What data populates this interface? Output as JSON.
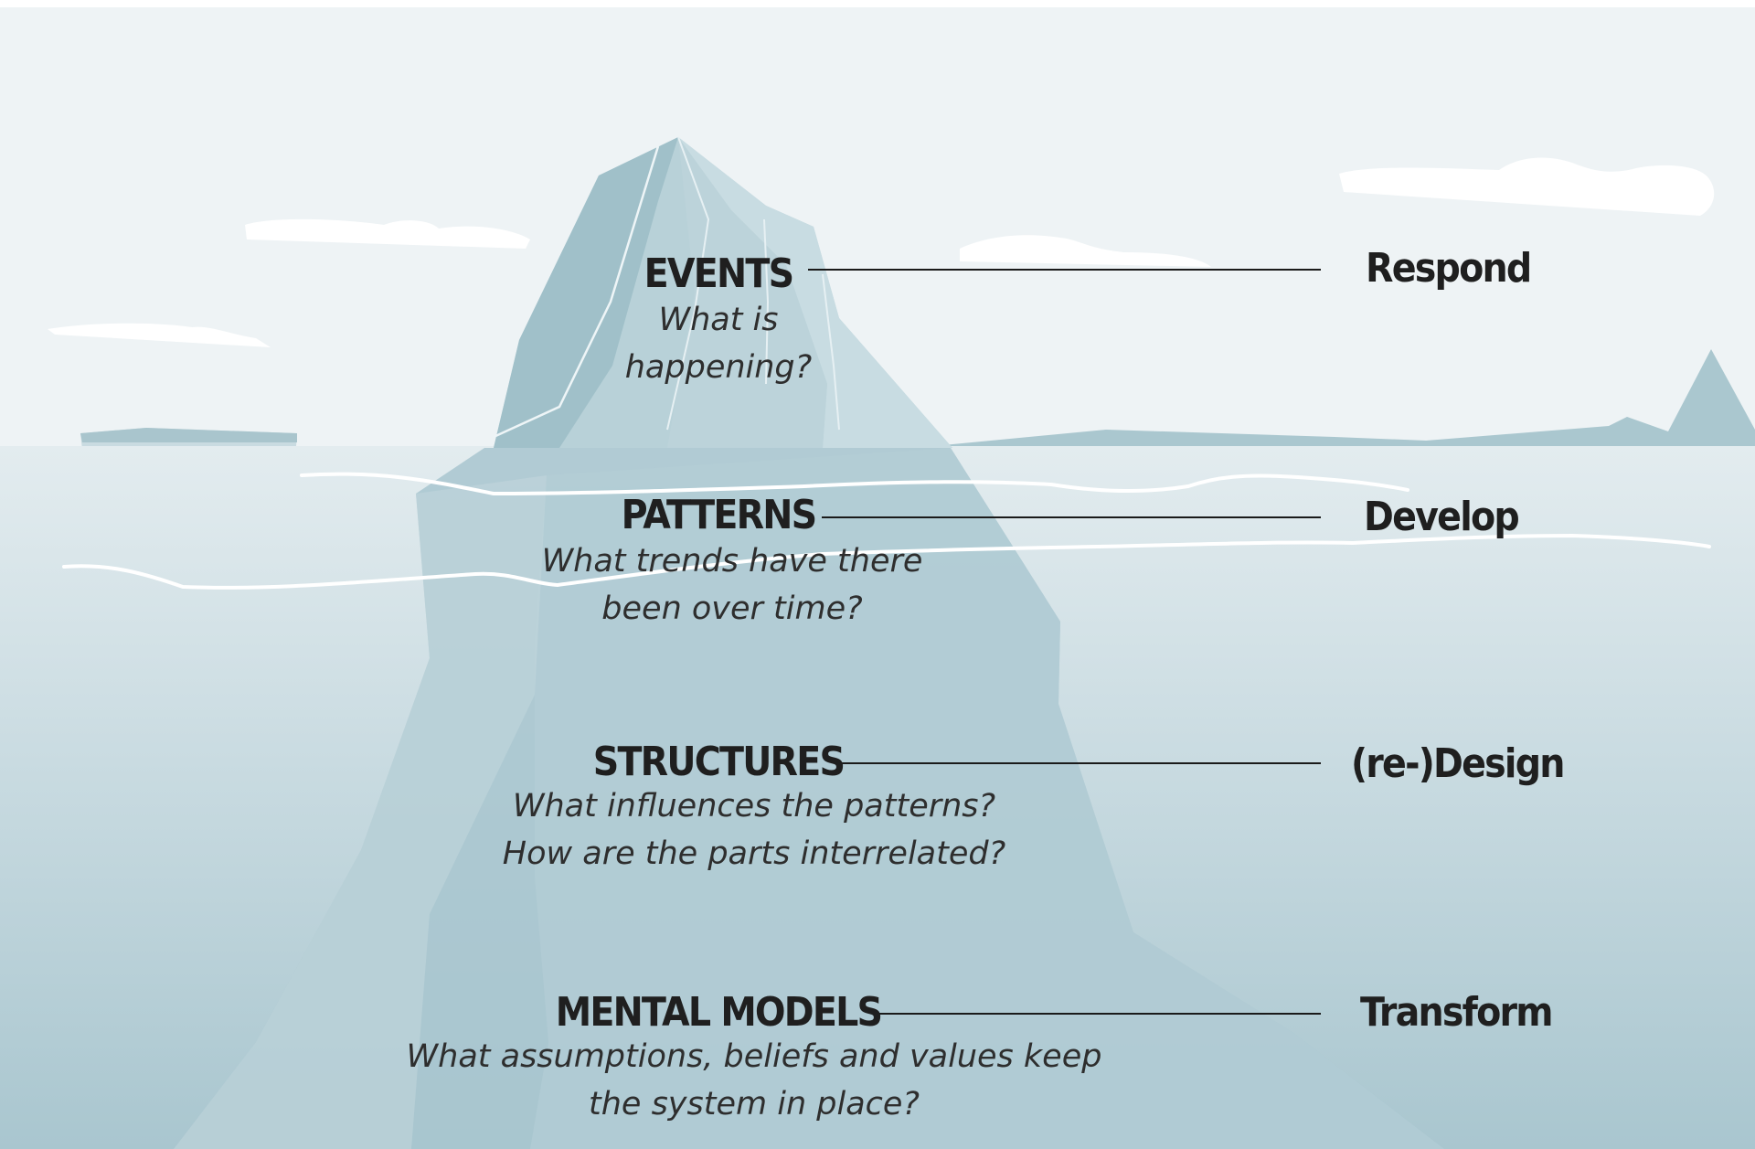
{
  "colors": {
    "sky": "#eef3f5",
    "water_top": "#e0e9ed",
    "water_bottom": "#aac7d0",
    "ice_light": "#c6dbe2",
    "ice_mid": "#a9c7d0",
    "ice_dark": "#97b9c3",
    "text": "#1f1f1f"
  },
  "levels": [
    {
      "heading": "EVENTS",
      "question_line1": "What is",
      "question_line2": "happening?",
      "action": "Respond"
    },
    {
      "heading": "PATTERNS",
      "question_line1": "What trends have there",
      "question_line2": "been over time?",
      "action": "Develop"
    },
    {
      "heading": "STRUCTURES",
      "question_line1": "What influences the patterns?",
      "question_line2": "How are the parts interrelated?",
      "action": "(re-)Design"
    },
    {
      "heading": "MENTAL MODELS",
      "question_line1": "What assumptions, beliefs and values keep",
      "question_line2": "the system in place?",
      "action": "Transform"
    }
  ]
}
